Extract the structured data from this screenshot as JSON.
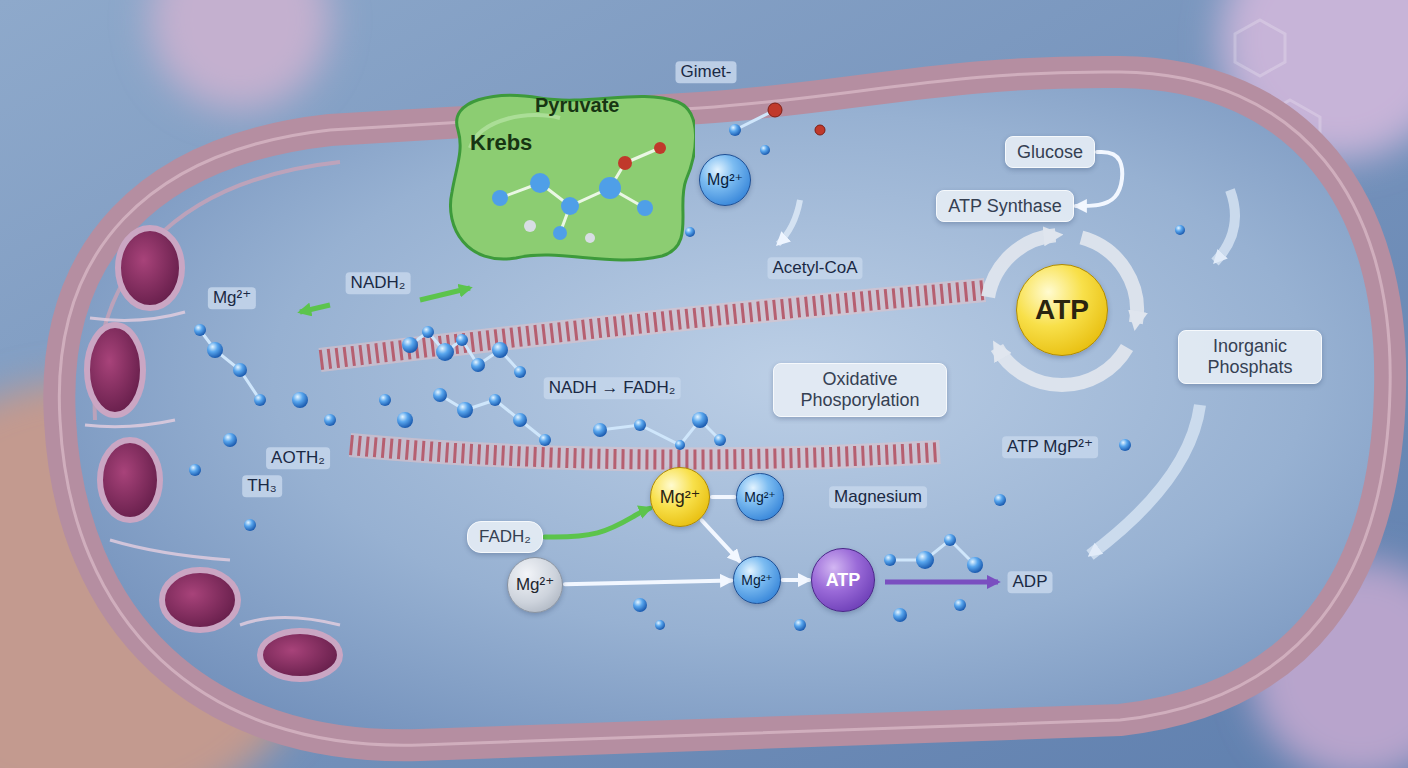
{
  "diagram": {
    "nodes": [
      {
        "text": [
          "Pyruvate",
          "Krebs"
        ]
      },
      {
        "text": [
          "Glucose"
        ]
      },
      {
        "text": [
          "Mg²⁺"
        ]
      },
      {
        "text": [
          "ATP Synthase"
        ]
      },
      {
        "text": [
          "ATP"
        ]
      },
      {
        "text": [
          "Inorganic Phosphats"
        ]
      },
      {
        "text": [
          "Oxidative Phosporylation"
        ]
      },
      {
        "text": [
          "FADH₂"
        ]
      },
      {
        "text": [
          "Mg²⁺"
        ]
      },
      {
        "text": [
          "Mg²⁺"
        ]
      },
      {
        "text": [
          "Mg²⁺"
        ]
      },
      {
        "text": [
          "Mg²⁺"
        ]
      },
      {
        "text": [
          "ATP"
        ]
      }
    ],
    "edges": [
      {
        "from": 1,
        "to": 3,
        "arrow": "to"
      },
      {
        "from": 7,
        "to": 8,
        "arrow": "to"
      },
      {
        "from": 8,
        "to": 9,
        "arrow": "none"
      },
      {
        "from": 8,
        "to": 11,
        "arrow": "to"
      },
      {
        "from": 10,
        "to": 11,
        "arrow": "to"
      },
      {
        "from": 11,
        "to": 12,
        "arrow": "to"
      }
    ],
    "labels": [
      "Gimet-",
      "Mg²⁺",
      "NADH₂",
      "Acetyl-CoA",
      "NADH → FADH₂",
      "AOTH₂",
      "TH₃",
      "Magnesium",
      "ATP MgP²⁺",
      "ADP"
    ]
  }
}
